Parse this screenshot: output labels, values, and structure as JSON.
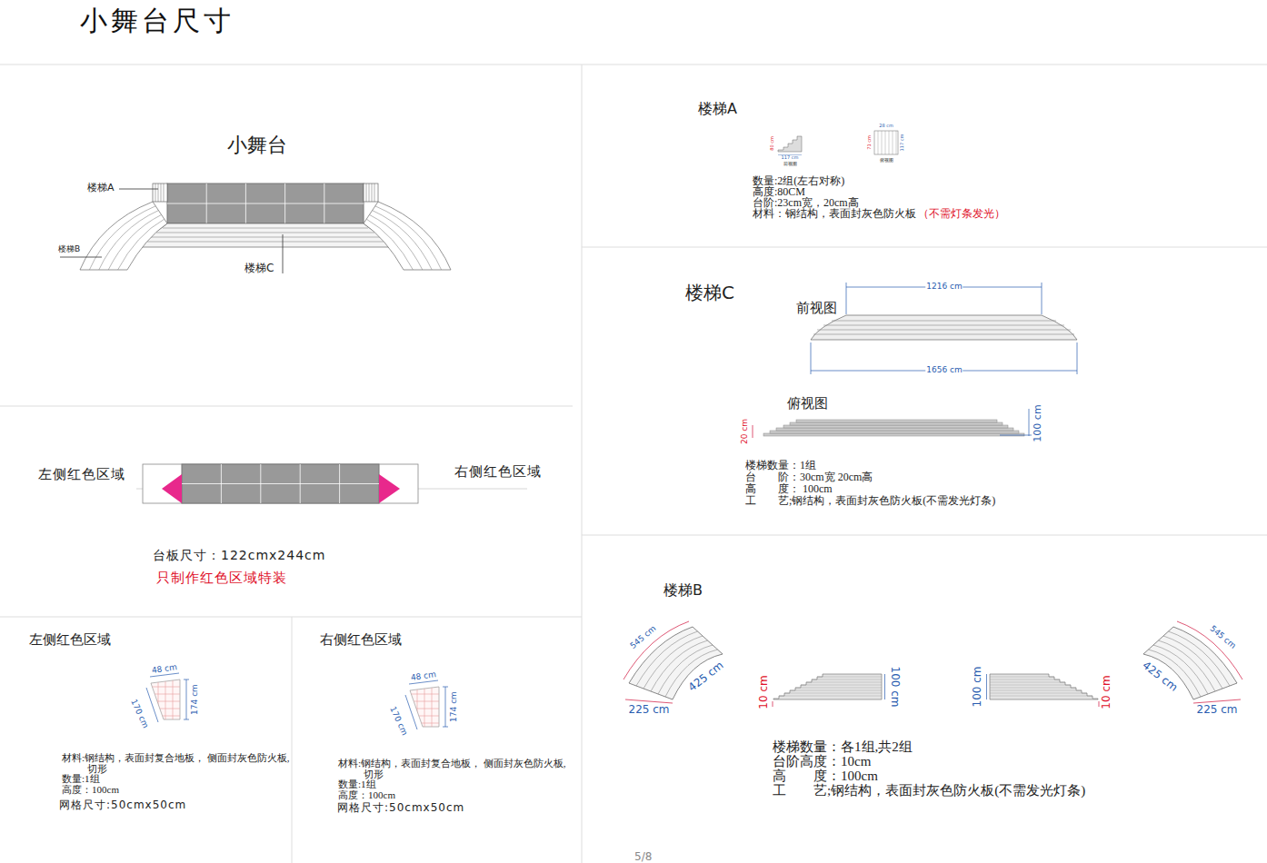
{
  "diagram": {
    "title": "小舞台尺寸",
    "labels": [
      "小舞台",
      "楼梯A",
      "楼梯B",
      "楼梯C",
      "左侧红色区域",
      "右侧红色区域",
      "台板尺寸：122cmx244cm",
      "只制作红色区域特装",
      "左侧红色区域",
      "48 cm",
      "174 cm",
      "170 cm",
      "材料:钢结构，表面封复合地板， 侧面封灰色防火板,切形",
      "数量:1组",
      "高度：100cm",
      "网格尺寸:50cmx50cm",
      "右侧红色区域",
      "48 cm",
      "174 cm",
      "170 cm",
      "材料:钢结构，表面封复合地板， 侧面封灰色防火板,切形",
      "数量:1组",
      "高度：100cm",
      "网格尺寸:50cmx50cm",
      "楼梯A",
      "80 cm",
      "117 cm",
      "前视图",
      "71 cm",
      "28 cm",
      "117 cm",
      "俯视图",
      "数量:2组(左右对称)",
      "高度:80CM",
      "台阶:23cm宽，20cm高",
      "材料：钢结构，表面封灰色防火板",
      "（不需灯条发光）",
      "楼梯C",
      "前视图",
      "1216 cm",
      "1656 cm",
      "俯视图",
      "20 cm",
      "100 cm",
      "楼梯数量：1组",
      "台　　阶：30cm宽 20cm高",
      "高　　度： 100cm",
      "工　　艺;钢结构，表面封灰色防火板(不需发光灯条)",
      "楼梯B",
      "545 cm",
      "425 cm",
      "225 cm",
      "10 cm",
      "100 cm",
      "100 cm",
      "10 cm",
      "545 cm",
      "425 cm",
      "225 cm",
      "楼梯数量：各1组,共2组",
      "台阶高度：10cm",
      "高　　度：100cm",
      "工　　艺;钢结构，表面封灰色防火板(不需发光灯条)",
      "5/8"
    ]
  }
}
